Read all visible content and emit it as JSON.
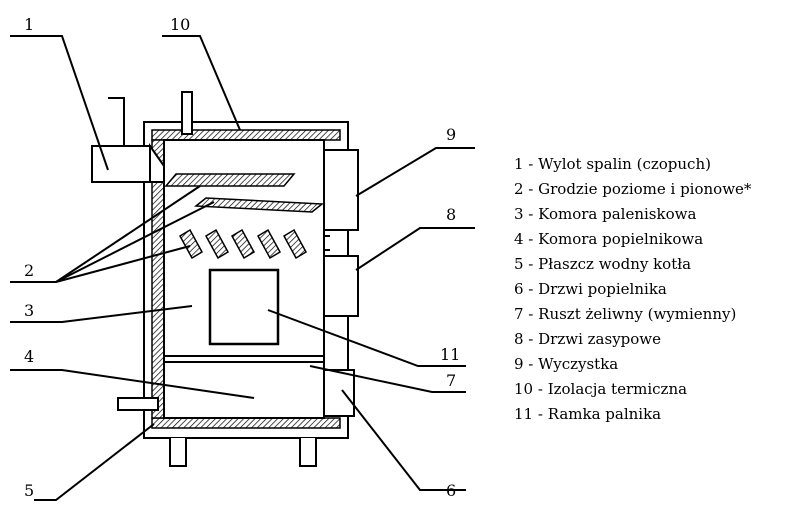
{
  "callouts": [
    "1",
    "10",
    "9",
    "8",
    "2",
    "3",
    "4",
    "11",
    "7",
    "5",
    "6"
  ],
  "legend": [
    "1 - Wylot spalin (czopuch)",
    "2 - Grodzie poziome i pionowe*",
    "3 - Komora paleniskowa",
    "4 - Komora popielnikowa",
    "5 - Płaszcz wodny kotła",
    "6 - Drzwi popielnika",
    "7 - Ruszt żeliwny (wymienny)",
    "8 - Drzwi zasypowe",
    "9 - Wyczystka",
    "10 - Izolacja termiczna",
    "11 - Ramka palnika"
  ]
}
